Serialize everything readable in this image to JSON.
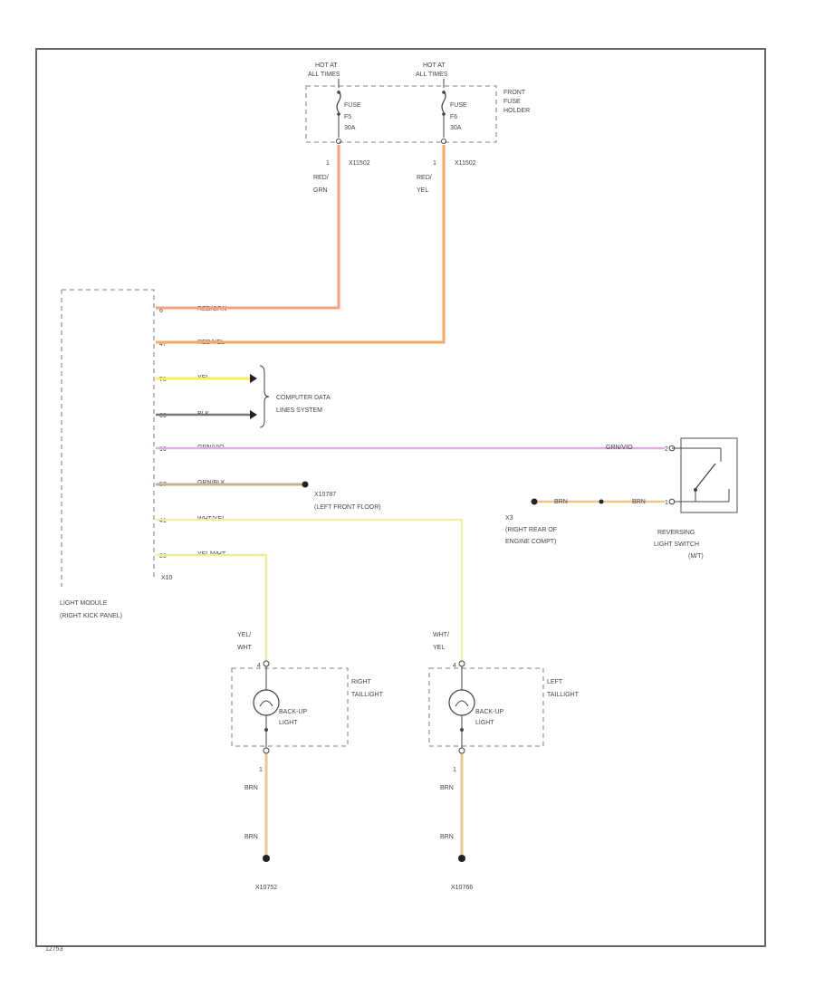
{
  "diagram": {
    "figure_id": "12753",
    "fuse_holder": {
      "label_lines": [
        "FRONT",
        "FUSE",
        "HOLDER"
      ],
      "fuse1": {
        "hot_lines": [
          "HOT AT",
          "ALL TIMES"
        ],
        "fuse_lines": [
          "FUSE",
          "F5",
          "30A"
        ],
        "pin": "1",
        "connector": "X11502"
      },
      "fuse2": {
        "hot_lines": [
          "HOT AT",
          "ALL TIMES"
        ],
        "fuse_lines": [
          "FUSE",
          "F6",
          "30A"
        ],
        "pin": "1",
        "connector": "X11502"
      }
    },
    "wire_color_tags": {
      "fuse1": [
        "RED/",
        "GRN"
      ],
      "fuse2": [
        "RED/",
        "YEL"
      ]
    },
    "light_module": {
      "label_lines": [
        "LIGHT MODULE",
        "(RIGHT KICK PANEL)"
      ],
      "connector": "X10",
      "pins": [
        {
          "pin": "6",
          "wire": "RED/GRN"
        },
        {
          "pin": "47",
          "wire": "RED/YEL"
        },
        {
          "pin": "70",
          "wire": "YEL"
        },
        {
          "pin": "69",
          "wire": "BLK"
        },
        {
          "pin": "10",
          "wire": "GRN/VIO"
        },
        {
          "pin": "57",
          "wire": "GRN/BLK"
        },
        {
          "pin": "41",
          "wire": "WHT/YEL"
        },
        {
          "pin": "26",
          "wire": "YEL/WHT"
        }
      ]
    },
    "data_lines_label": [
      "COMPUTER DATA",
      "LINES SYSTEM"
    ],
    "ground_left_front": {
      "id": "X10787",
      "location": "(LEFT FRONT FLOOR)"
    },
    "reversing_switch": {
      "label_lines": [
        "REVERSING",
        "LIGHT SWITCH",
        "(M/T)"
      ],
      "wire_in": "GRN/VIO",
      "pin_top": "2",
      "pin_bottom": "1",
      "ground_wires": [
        "BRN",
        "BRN"
      ],
      "ground_label_lines": [
        "X3",
        "(RIGHT REAR OF",
        "ENGINE COMPT)"
      ]
    },
    "right_taillight": {
      "label_lines": [
        "RIGHT",
        "TAILLIGHT"
      ],
      "lamp_lines": [
        "BACK-UP",
        "LIGHT"
      ],
      "wire_tag": [
        "YEL/",
        "WHT"
      ],
      "pin_top": "4",
      "pin_bottom": "1",
      "ground_wires": [
        "BRN",
        "BRN"
      ],
      "ground_id": "X10752"
    },
    "left_taillight": {
      "label_lines": [
        "LEFT",
        "TAILLIGHT"
      ],
      "lamp_lines": [
        "BACK-UP",
        "LIGHT"
      ],
      "wire_tag": [
        "WHT/",
        "YEL"
      ],
      "pin_top": "4",
      "pin_bottom": "1",
      "ground_wires": [
        "BRN",
        "BRN"
      ],
      "ground_id": "X10766"
    },
    "wire_colors": {
      "red_grn": "#f4a27a",
      "red_yel": "#f5a862",
      "yel": "#f2f25a",
      "blk": "#777777",
      "grn_vio": "#e6a8e6",
      "grn_blk": "#c7b08a",
      "wht_yel": "#eef0a8",
      "yel_wht": "#eeee9a",
      "brn": "#e8c98a",
      "frame": "#666666"
    }
  }
}
